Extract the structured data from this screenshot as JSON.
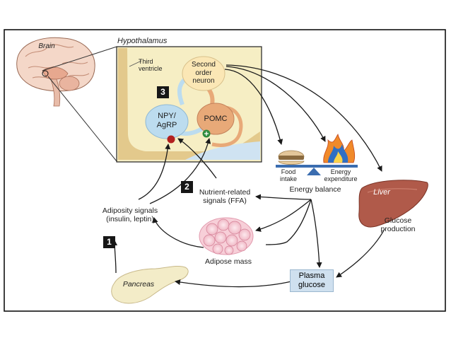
{
  "labels": {
    "brain": "Brain",
    "hypothalamus": "Hypothalamus",
    "third_ventricle": "Third\nventricle",
    "second_order_neuron": "Second\norder\nneuron",
    "npy_agrp": "NPY/\nAgRP",
    "pomc": "POMC",
    "food_intake": "Food\nintake",
    "energy_expenditure": "Energy\nexpenditure",
    "energy_balance": "Energy balance",
    "liver": "Liver",
    "glucose_production": "Glucose\nproduction",
    "nutrient_signals": "Nutrient-related\nsignals (FFA)",
    "adiposity_signals": "Adiposity signals\n(insulin, leptin)",
    "adipose_mass": "Adipose mass",
    "plasma_glucose": "Plasma\nglucose",
    "pancreas": "Pancreas"
  },
  "badges": {
    "b1": "1",
    "b2": "2",
    "b3": "3"
  },
  "colors": {
    "hypothalamus_bg": "#f6eec4",
    "ventricle_wall": "#e3c98c",
    "npy_fill": "#bcdcef",
    "pomc_fill": "#e8a978",
    "neuron_fill": "#fbe7b5",
    "liver_fill": "#b05a4a",
    "pancreas_fill": "#f3ecc8",
    "inhibit_dot": "#b2201f",
    "activate_dot": "#2e8b3e",
    "arrow": "#1a1a1a"
  }
}
